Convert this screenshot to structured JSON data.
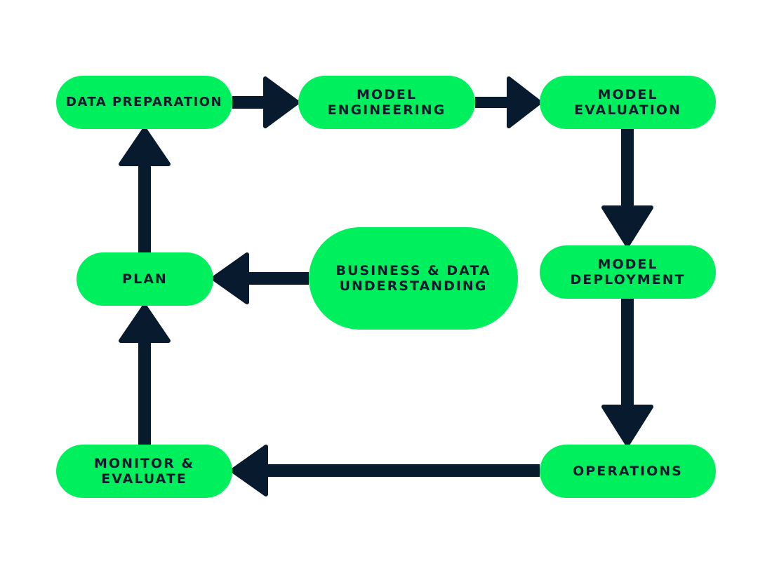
{
  "colors": {
    "node_fill": "#00f05d",
    "arrow": "#081a2e",
    "text": "#0b1b2e",
    "background": "#ffffff"
  },
  "nodes": {
    "data_preparation": {
      "line1": "DATA PREPARATION",
      "line2": ""
    },
    "model_engineering": {
      "line1": "MODEL",
      "line2": "ENGINEERING"
    },
    "model_evaluation": {
      "line1": "MODEL",
      "line2": "EVALUATION"
    },
    "model_deployment": {
      "line1": "MODEL",
      "line2": "DEPLOYMENT"
    },
    "operations": {
      "line1": "OPERATIONS",
      "line2": ""
    },
    "monitor_evaluate": {
      "line1": "MONITOR &",
      "line2": "EVALUATE"
    },
    "plan": {
      "line1": "PLAN",
      "line2": ""
    },
    "business_data_understanding": {
      "line1": "BUSINESS & DATA",
      "line2": "UNDERSTANDING"
    }
  },
  "edges": [
    {
      "from": "data_preparation",
      "to": "model_engineering"
    },
    {
      "from": "model_engineering",
      "to": "model_evaluation"
    },
    {
      "from": "model_evaluation",
      "to": "model_deployment"
    },
    {
      "from": "model_deployment",
      "to": "operations"
    },
    {
      "from": "operations",
      "to": "monitor_evaluate"
    },
    {
      "from": "monitor_evaluate",
      "to": "plan"
    },
    {
      "from": "plan",
      "to": "data_preparation"
    },
    {
      "from": "business_data_understanding",
      "to": "plan"
    }
  ]
}
